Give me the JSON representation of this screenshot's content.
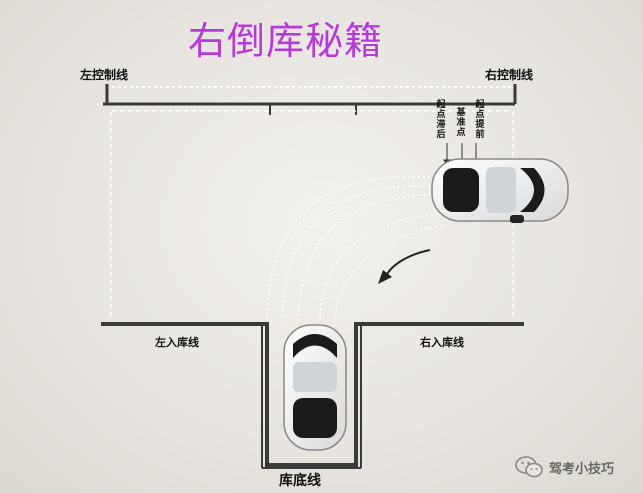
{
  "title": "右倒库秘籍",
  "labels": {
    "left_control": "左控制线",
    "right_control": "右控制线",
    "left_entry": "左入库线",
    "right_entry": "右入库线",
    "bottom": "库底线"
  },
  "points": {
    "late": "起点滞后",
    "standard": "基准点",
    "early": "起点提前"
  },
  "watermark": "驾考小技巧",
  "colors": {
    "title": "#b53ad8",
    "line": "#3a3a3a"
  }
}
